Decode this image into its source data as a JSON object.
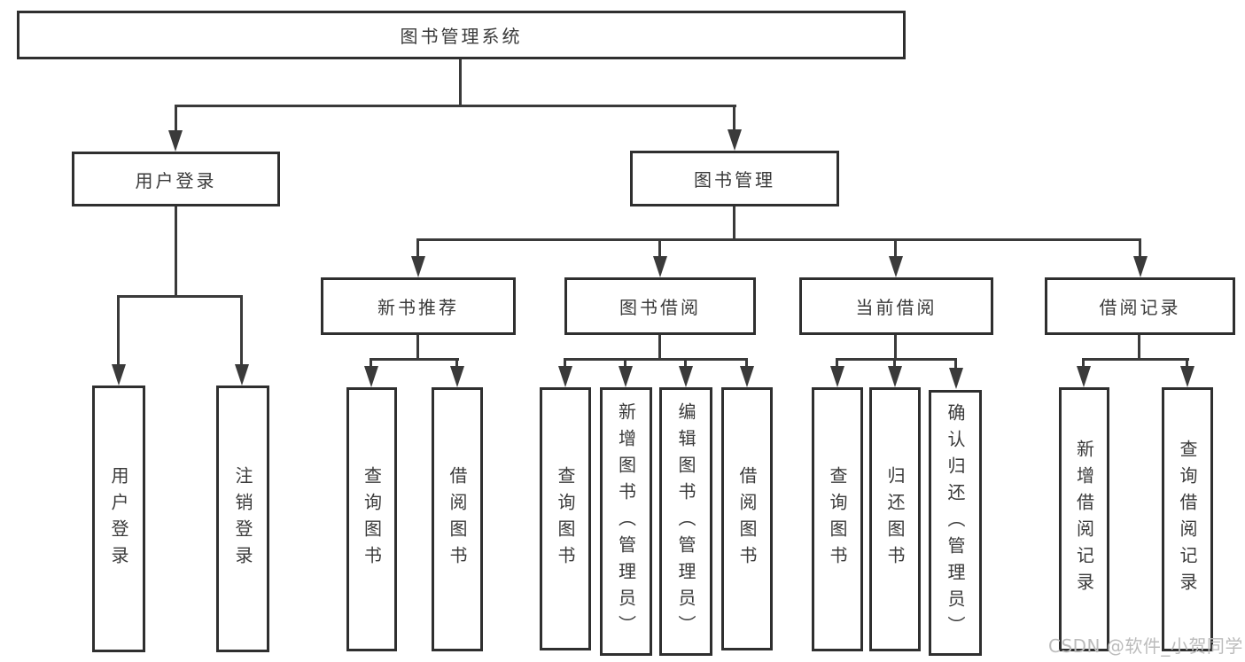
{
  "tree": {
    "root": {
      "label": "图书管理系统",
      "children": [
        {
          "label": "用户登录",
          "children": [
            {
              "label": "用户登录"
            },
            {
              "label": "注销登录"
            }
          ]
        },
        {
          "label": "图书管理",
          "children": [
            {
              "label": "新书推荐",
              "children": [
                {
                  "label": "查询图书"
                },
                {
                  "label": "借阅图书"
                }
              ]
            },
            {
              "label": "图书借阅",
              "children": [
                {
                  "label": "查询图书"
                },
                {
                  "label": "新增图书（管理员）"
                },
                {
                  "label": "编辑图书（管理员）"
                },
                {
                  "label": "借阅图书"
                }
              ]
            },
            {
              "label": "当前借阅",
              "children": [
                {
                  "label": "查询图书"
                },
                {
                  "label": "归还图书"
                },
                {
                  "label": "确认归还（管理员）"
                }
              ]
            },
            {
              "label": "借阅记录",
              "children": [
                {
                  "label": "新增借阅记录"
                },
                {
                  "label": "查询借阅记录"
                }
              ]
            }
          ]
        }
      ]
    }
  },
  "watermark": {
    "text": "CSDN @软件_小贺同学"
  },
  "colors": {
    "line": "#3a3a3a",
    "box-border": "#2f2f2f",
    "text": "#3a3a3a",
    "watermark": "#bcbcbc"
  }
}
